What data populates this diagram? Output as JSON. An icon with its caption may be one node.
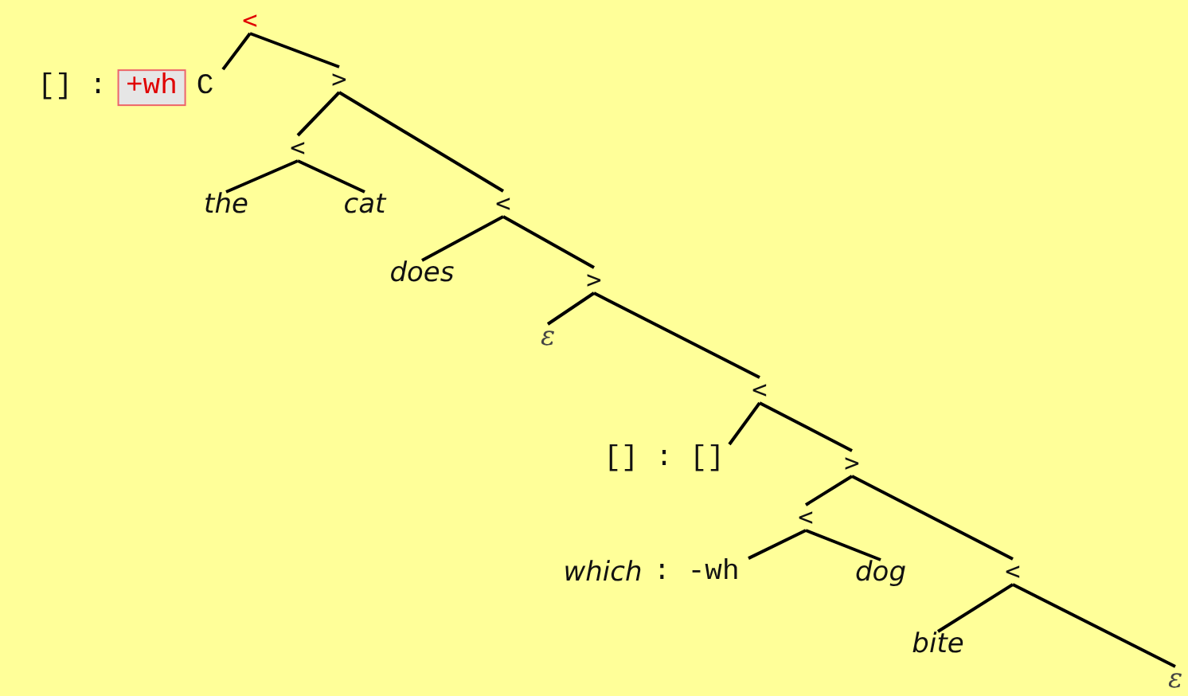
{
  "diagram": {
    "nodes": [
      {
        "text": [
          "<"
        ]
      },
      {
        "text": [
          "[] :",
          "+wh",
          "C"
        ]
      },
      {
        "text": [
          ">"
        ]
      },
      {
        "text": [
          "<"
        ]
      },
      {
        "text": [
          "the"
        ]
      },
      {
        "text": [
          "cat"
        ]
      },
      {
        "text": [
          "<"
        ]
      },
      {
        "text": [
          "does"
        ]
      },
      {
        "text": [
          ">"
        ]
      },
      {
        "text": [
          "ε"
        ]
      },
      {
        "text": [
          "<"
        ]
      },
      {
        "text": [
          "[] : []"
        ]
      },
      {
        "text": [
          ">"
        ]
      },
      {
        "text": [
          "<"
        ]
      },
      {
        "text": [
          "which",
          ": -wh"
        ]
      },
      {
        "text": [
          "dog"
        ]
      },
      {
        "text": [
          "<"
        ]
      },
      {
        "text": [
          "bite"
        ]
      },
      {
        "text": [
          "ε"
        ]
      }
    ],
    "edges": [
      {
        "from": 0,
        "to": 1,
        "arrow": "none"
      },
      {
        "from": 0,
        "to": 2,
        "arrow": "none"
      },
      {
        "from": 2,
        "to": 3,
        "arrow": "none"
      },
      {
        "from": 2,
        "to": 6,
        "arrow": "none"
      },
      {
        "from": 3,
        "to": 4,
        "arrow": "none"
      },
      {
        "from": 3,
        "to": 5,
        "arrow": "none"
      },
      {
        "from": 6,
        "to": 7,
        "arrow": "none"
      },
      {
        "from": 6,
        "to": 8,
        "arrow": "none"
      },
      {
        "from": 8,
        "to": 9,
        "arrow": "none"
      },
      {
        "from": 8,
        "to": 10,
        "arrow": "none"
      },
      {
        "from": 10,
        "to": 11,
        "arrow": "none"
      },
      {
        "from": 10,
        "to": 12,
        "arrow": "none"
      },
      {
        "from": 12,
        "to": 13,
        "arrow": "none"
      },
      {
        "from": 12,
        "to": 16,
        "arrow": "none"
      },
      {
        "from": 13,
        "to": 14,
        "arrow": "none"
      },
      {
        "from": 13,
        "to": 15,
        "arrow": "none"
      },
      {
        "from": 16,
        "to": 17,
        "arrow": "none"
      },
      {
        "from": 16,
        "to": 18,
        "arrow": "none"
      }
    ]
  }
}
